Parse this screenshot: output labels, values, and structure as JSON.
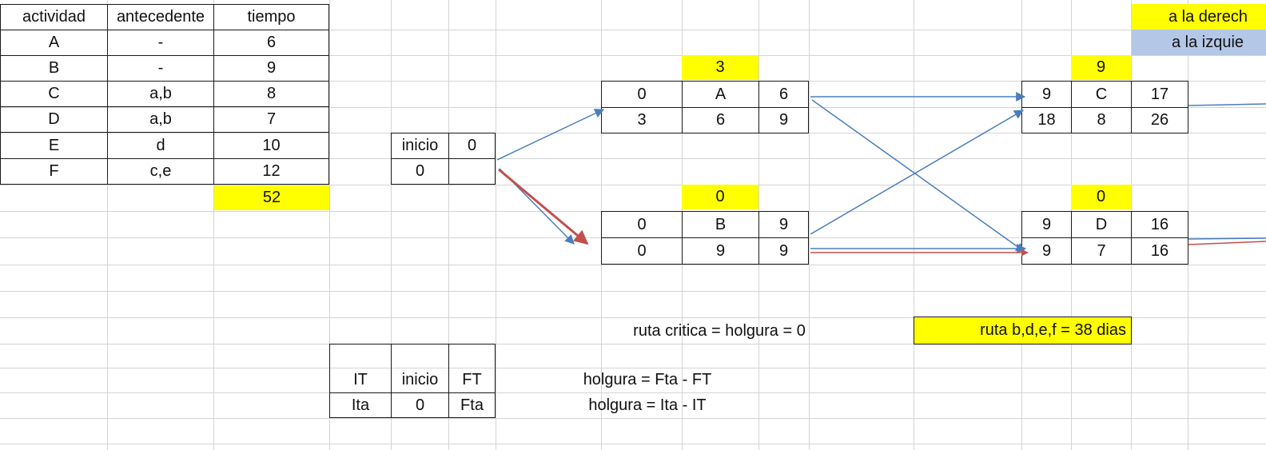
{
  "table": {
    "headers": [
      "actividad",
      "antecedente",
      "tiempo"
    ],
    "rows": [
      [
        "A",
        "-",
        "6"
      ],
      [
        "B",
        "-",
        "9"
      ],
      [
        "C",
        "a,b",
        "8"
      ],
      [
        "D",
        "a,b",
        "7"
      ],
      [
        "E",
        "d",
        "10"
      ],
      [
        "F",
        "c,e",
        "12"
      ]
    ],
    "total": "52"
  },
  "inicio_node": {
    "label": "inicio",
    "top_right": "0",
    "bottom_mid": "0"
  },
  "nodes": {
    "A": {
      "slack": "3",
      "top": [
        "0",
        "A",
        "6"
      ],
      "bottom": [
        "3",
        "6",
        "9"
      ]
    },
    "B": {
      "slack": "0",
      "top": [
        "0",
        "B",
        "9"
      ],
      "bottom": [
        "0",
        "9",
        "9"
      ]
    },
    "C": {
      "slack": "9",
      "top": [
        "9",
        "C",
        "17"
      ],
      "bottom": [
        "18",
        "8",
        "26"
      ]
    },
    "D": {
      "slack": "0",
      "top": [
        "9",
        "D",
        "16"
      ],
      "bottom": [
        "9",
        "7",
        "16"
      ]
    }
  },
  "legend": {
    "right": "a la derech",
    "left": "a la izquie"
  },
  "notes": {
    "critical_rule": "ruta critica = holgura = 0",
    "critical_path": "ruta b,d,e,f = 38 dias",
    "slack_forward": "holgura = Fta - FT",
    "slack_backward": "holgura = Ita - IT"
  },
  "key_box": {
    "top": [
      "IT",
      "inicio",
      "FT"
    ],
    "bottom": [
      "Ita",
      "0",
      "Fta"
    ]
  },
  "colors": {
    "highlight": "#ffff00",
    "legend_blue": "#b4c7e7",
    "arrow_blue": "#4a7ebb",
    "arrow_red": "#c0504d"
  }
}
